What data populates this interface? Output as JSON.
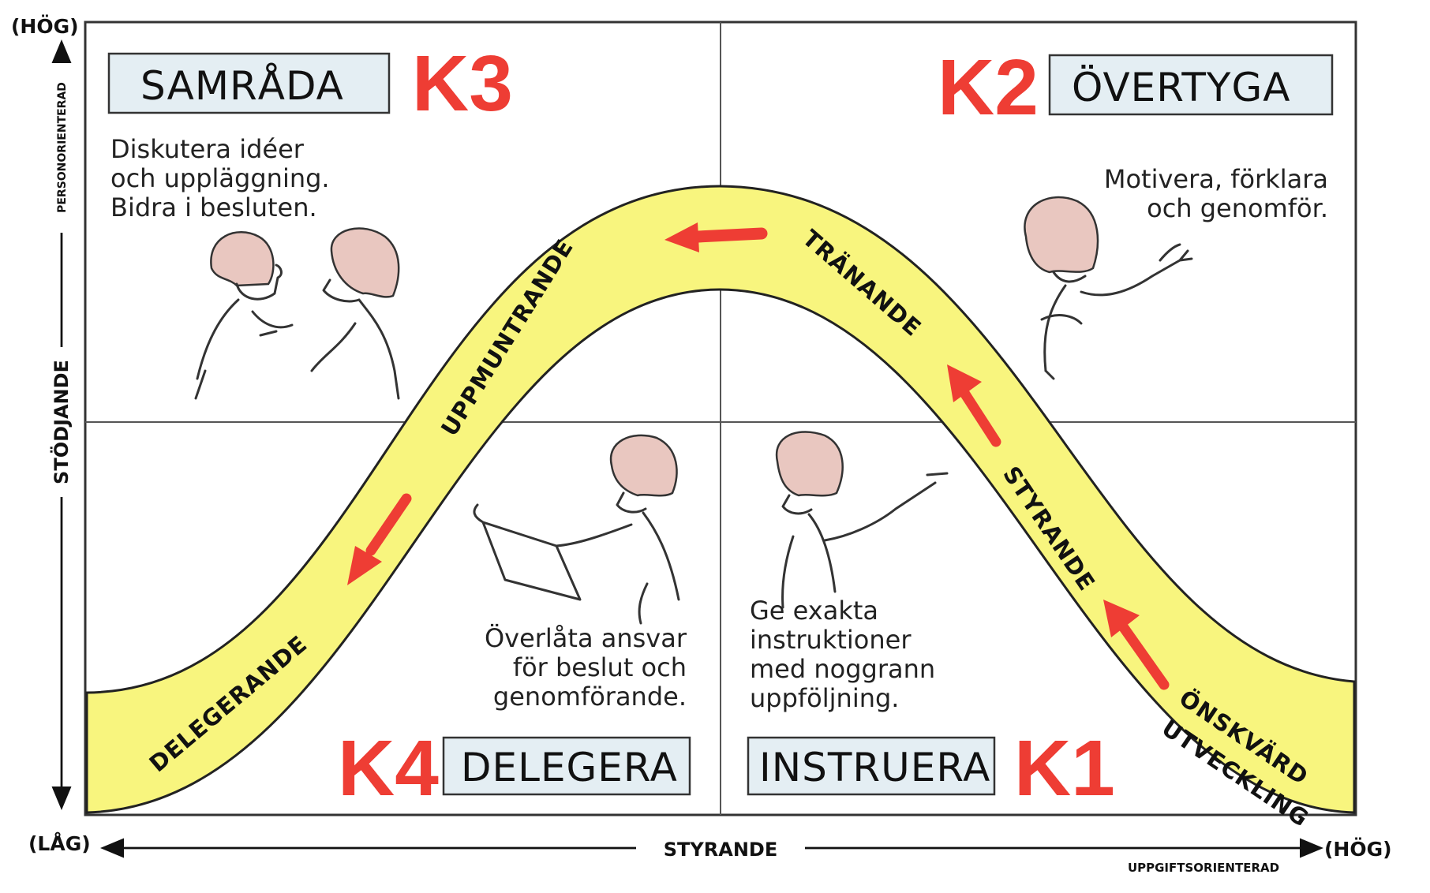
{
  "axes": {
    "y_top_label": "(HÖG)",
    "y_main_label": "STÖDJANDE",
    "y_sub_label": "PERSONORIENTERAD",
    "x_left_label": "(LÅG)",
    "x_main_label": "STYRANDE",
    "x_right_label": "(HÖG)",
    "x_sub_label": "UPPGIFTSORIENTERAD"
  },
  "quadrants": {
    "k3": {
      "code": "K3",
      "title": "SAMRÅDA",
      "lines": [
        "Diskutera idéer",
        "och uppläggning.",
        "Bidra i besluten."
      ]
    },
    "k2": {
      "code": "K2",
      "title": "ÖVERTYGA",
      "lines": [
        "Motivera, förklara",
        "och genomför."
      ]
    },
    "k4": {
      "code": "K4",
      "title": "DELEGERA",
      "lines": [
        "Överlåta ansvar",
        "för beslut och",
        "genomförande."
      ]
    },
    "k1": {
      "code": "K1",
      "title": "INSTRUERA",
      "lines": [
        "Ge exakta",
        "instruktioner",
        "med noggrann",
        "uppföljning."
      ]
    }
  },
  "curve_labels": {
    "delegerande": "DELEGERANDE",
    "uppmuntrande": "UPPMUNTRANDE",
    "tranande": "TRÄNANDE",
    "styrande": "STYRANDE",
    "onskvard": "ÖNSKVÄRD",
    "utveckling": "UTVECKLING"
  },
  "colors": {
    "accent_red": "#ee3d34",
    "curve_yellow": "#f8f57e",
    "box_fill": "#e4eef3"
  }
}
